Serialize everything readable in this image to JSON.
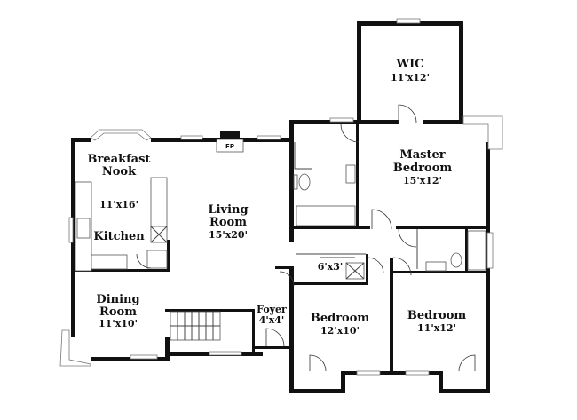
{
  "rooms": {
    "wic": {
      "name": "WIC",
      "size": "11'x12'"
    },
    "master_bedroom": {
      "name_1": "Master",
      "name_2": "Bedroom",
      "size": "15'x12'"
    },
    "breakfast_nook": {
      "name_1": "Breakfast",
      "name_2": "Nook",
      "size": "11'x16'"
    },
    "kitchen": {
      "name": "Kitchen"
    },
    "living_room": {
      "name_1": "Living",
      "name_2": "Room",
      "size": "15'x20'"
    },
    "fireplace": {
      "name": "FP"
    },
    "dining_room": {
      "name_1": "Dining",
      "name_2": "Room",
      "size": "11'x10'"
    },
    "foyer": {
      "name": "Foyer",
      "size": "4'x4'"
    },
    "closet": {
      "size": "6'x3'"
    },
    "bedroom_2": {
      "name": "Bedroom",
      "size": "12'x10'"
    },
    "bedroom_3": {
      "name": "Bedroom",
      "size": "11'x12'"
    }
  },
  "colors": {
    "wall": "#111111",
    "background": "#ffffff"
  }
}
